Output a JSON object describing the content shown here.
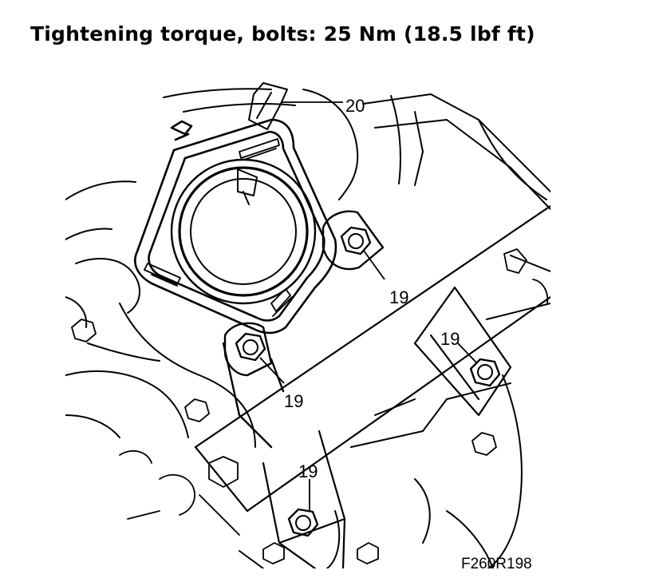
{
  "heading": "Tightening torque, bolts: 25 Nm (18.5 lbf ft)",
  "figure": {
    "callouts": {
      "c20": "20",
      "c19a": "19",
      "c19b": "19",
      "c19c": "19",
      "c19d": "19"
    },
    "code": "F260R198"
  }
}
